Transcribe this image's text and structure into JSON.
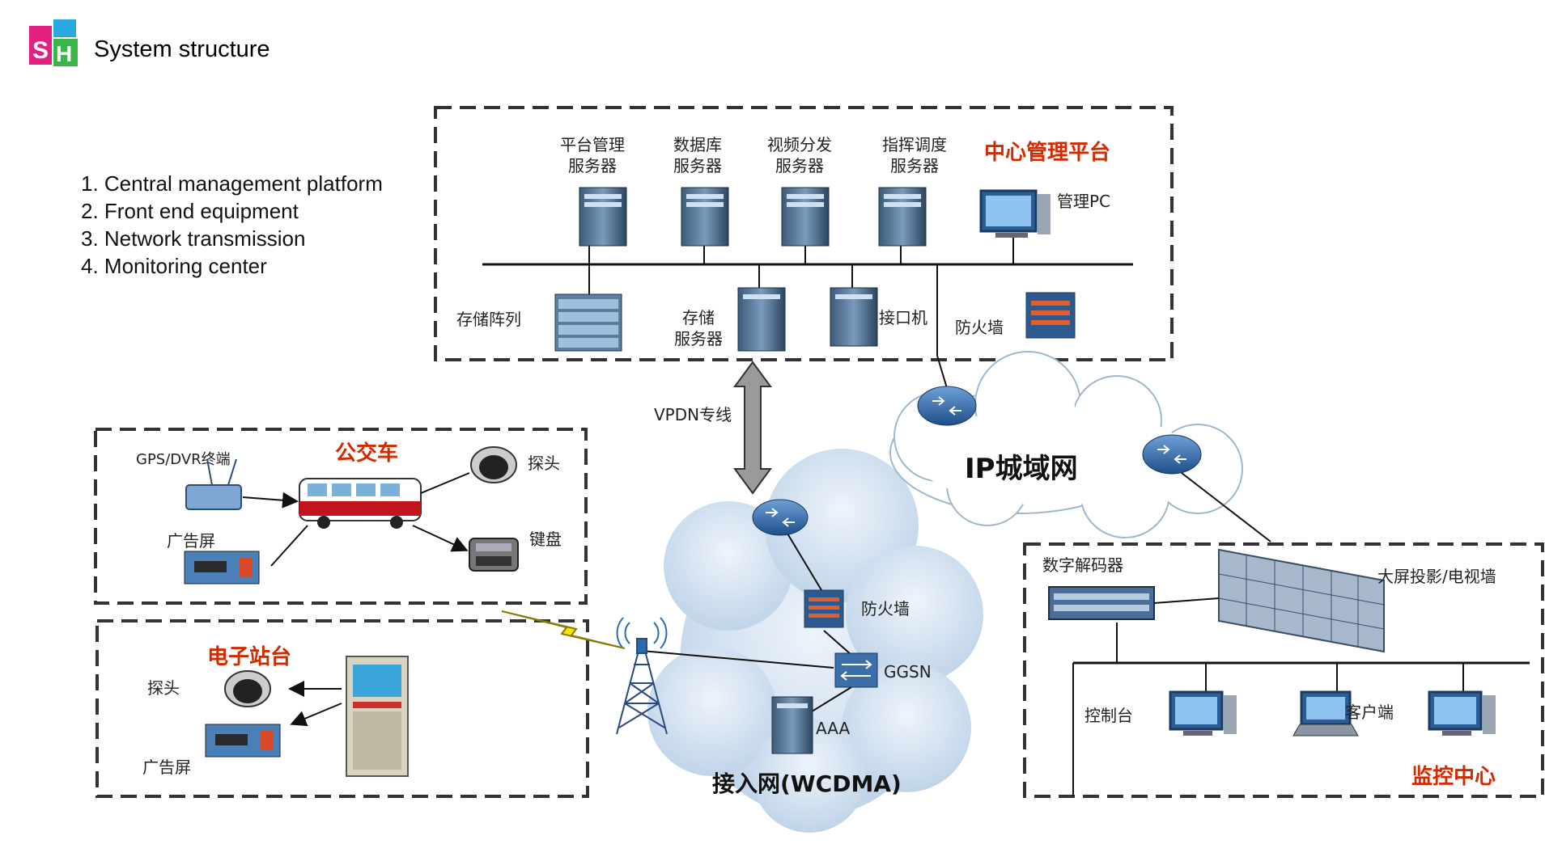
{
  "header": {
    "logo_text": "SH",
    "title": "System structure"
  },
  "outline": [
    "1. Central management platform",
    "2. Front end equipment",
    "3. Network transmission",
    "4. Monitoring center"
  ],
  "central_platform": {
    "title": "中心管理平台",
    "servers": [
      {
        "line1": "平台管理",
        "line2": "服务器"
      },
      {
        "line1": "数据库",
        "line2": "服务器"
      },
      {
        "line1": "视频分发",
        "line2": "服务器"
      },
      {
        "line1": "指挥调度",
        "line2": "服务器"
      }
    ],
    "admin_pc": "管理PC",
    "storage_array": "存储阵列",
    "storage_server": {
      "line1": "存储",
      "line2": "服务器"
    },
    "interface_machine": "接口机",
    "firewall": "防火墙"
  },
  "vpdn_label": "VPDN专线",
  "ip_man_label": "IP城域网",
  "bus": {
    "title": "公交车",
    "gps_dvr": "GPS/DVR终端",
    "camera": "探头",
    "keyboard": "键盘",
    "ad_screen": "广告屏"
  },
  "station": {
    "title": "电子站台",
    "camera": "探头",
    "ad_screen": "广告屏"
  },
  "access_network": {
    "label": "接入网(WCDMA)",
    "firewall": "防火墙",
    "ggsn": "GGSN",
    "aaa": "AAA"
  },
  "monitoring": {
    "title": "监控中心",
    "decoder": "数字解码器",
    "big_screen": "大屏投影/电视墙",
    "console": "控制台",
    "client": "客户端"
  },
  "colors": {
    "accent_red": "#d32a00",
    "logo_pink": "#e3207f",
    "logo_blue": "#28a9e0",
    "logo_green": "#3bb54a",
    "cloud": "#c9dcee"
  }
}
